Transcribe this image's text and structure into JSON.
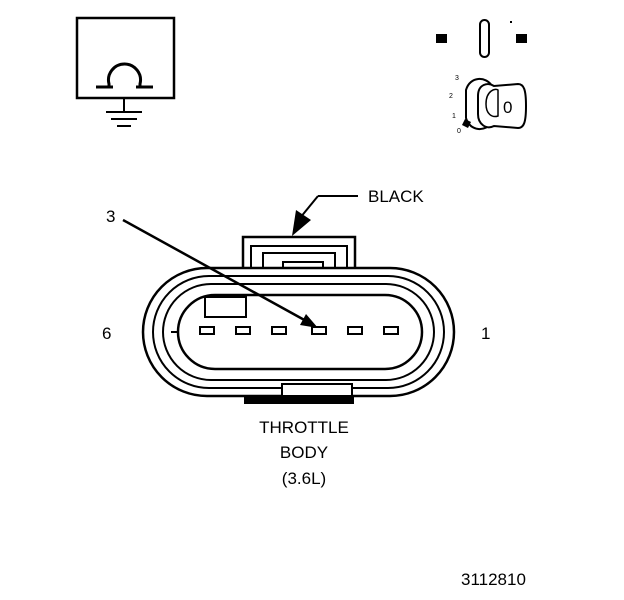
{
  "connector": {
    "color_label": "BLACK",
    "pin_callout": "3",
    "left_pin_label": "6",
    "right_pin_label": "1",
    "name_line1": "THROTTLE",
    "name_line2": "BODY",
    "name_line3": "(3.6L)"
  },
  "ignition_key": {
    "positions": [
      "3",
      "2",
      "1",
      "0"
    ],
    "key_label": "0"
  },
  "meter_symbol": "ohmmeter-icon",
  "figure_number": "3112810"
}
